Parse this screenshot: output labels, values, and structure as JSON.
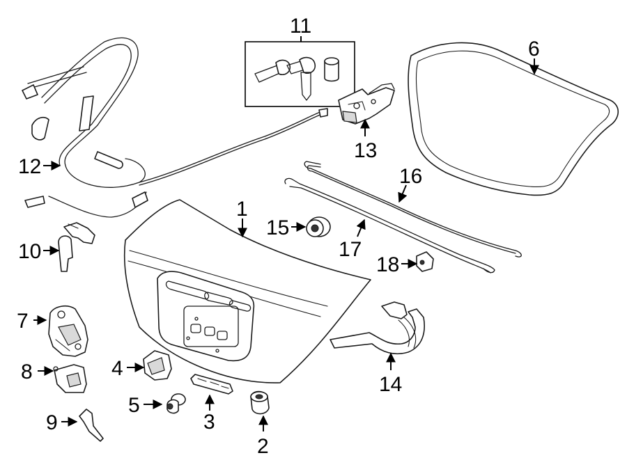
{
  "callouts": {
    "c1": "1",
    "c2": "2",
    "c3": "3",
    "c4": "4",
    "c5": "5",
    "c6": "6",
    "c7": "7",
    "c8": "8",
    "c9": "9",
    "c10": "10",
    "c11": "11",
    "c12": "12",
    "c13": "13",
    "c14": "14",
    "c15": "15",
    "c16": "16",
    "c17": "17",
    "c18": "18"
  },
  "colors": {
    "line": "#1a1a1a",
    "background": "#ffffff",
    "shade": "#d9d9d9"
  }
}
